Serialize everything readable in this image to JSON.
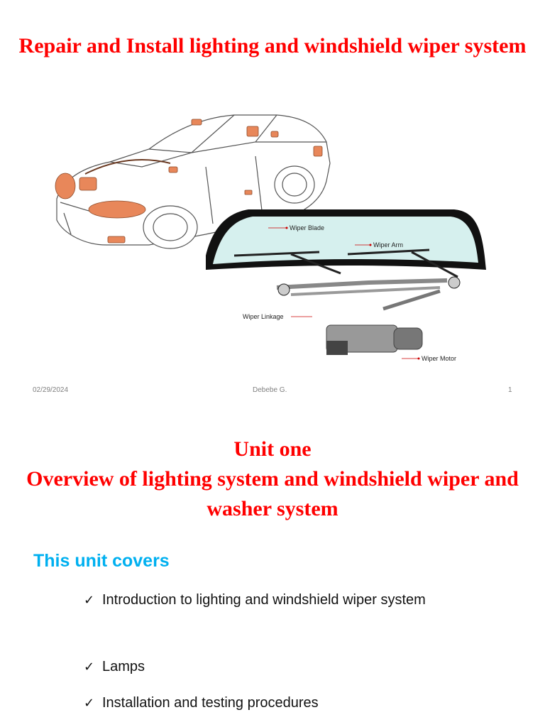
{
  "slide1": {
    "title": "Repair and Install lighting and windshield wiper system",
    "figure": {
      "labels": {
        "blade": "Wiper Blade",
        "arm": "Wiper Arm",
        "linkage": "Wiper Linkage",
        "motor": "Wiper Motor"
      }
    },
    "footer": {
      "date": "02/29/2024",
      "author": "Debebe G.",
      "page": "1"
    }
  },
  "slide2": {
    "title_line1": "Unit one",
    "title_line2": "Overview of lighting system and windshield wiper and washer system",
    "covers_heading": "This unit covers",
    "bullets": [
      {
        "icon": "check-icon",
        "text": "Introduction to lighting and windshield wiper system"
      },
      {
        "icon": "check-icon",
        "text": "Lamps"
      },
      {
        "icon": "check-icon",
        "text": "Installation and testing procedures"
      }
    ]
  },
  "colors": {
    "title": "#ff0000",
    "heading": "#00b0f0",
    "footer": "#7f7f7f",
    "highlight": "#e8875a"
  }
}
